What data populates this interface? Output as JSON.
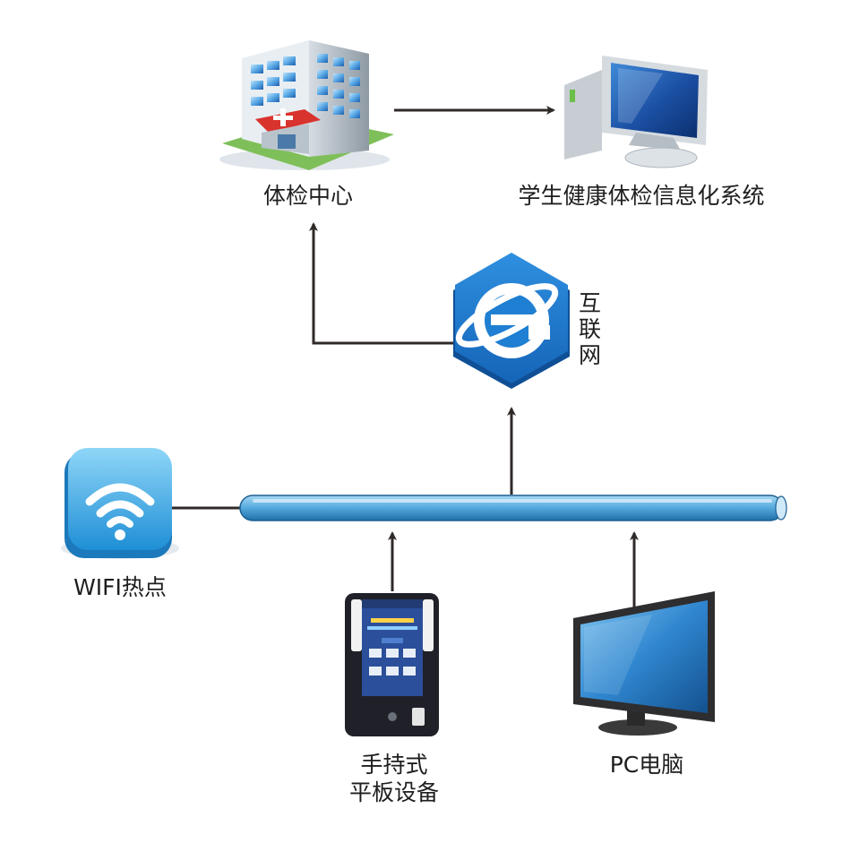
{
  "nodes": {
    "hospital": {
      "label": "体检中心",
      "icon": "hospital-building-icon"
    },
    "health_system": {
      "label": "学生健康体检信息化系统",
      "icon": "desktop-computer-icon"
    },
    "internet": {
      "label_lines": [
        "互",
        "联",
        "网"
      ],
      "icon": "internet-explorer-icon"
    },
    "wifi": {
      "label": "WIFI热点",
      "icon": "wifi-icon"
    },
    "tablet": {
      "label_lines": [
        "手持式",
        "平板设备"
      ],
      "icon": "handheld-tablet-icon"
    },
    "pc": {
      "label": "PC电脑",
      "icon": "pc-monitor-icon"
    }
  },
  "colors": {
    "arrow": "#2f2a28",
    "bus": "#5aaee0",
    "internet_blue": "#1e7fd0",
    "wifi_blue": "#3fb0e8"
  }
}
